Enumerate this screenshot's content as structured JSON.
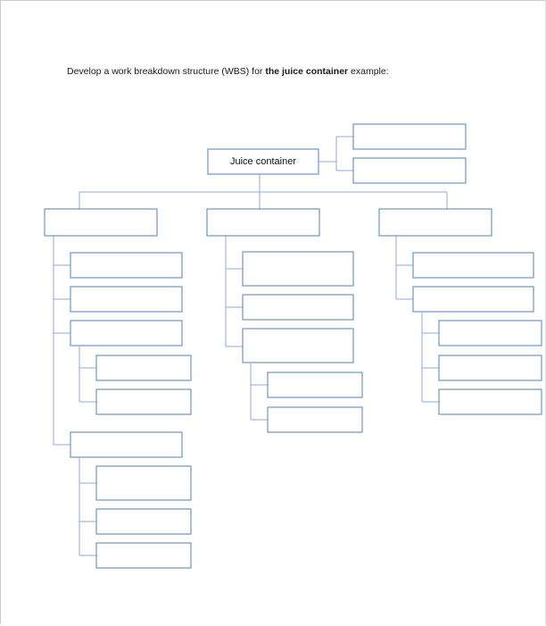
{
  "document": {
    "instruction": {
      "prefix": "Develop a work breakdown structure (WBS) for ",
      "emphasis": "the juice container",
      "suffix": " example:"
    }
  },
  "wbs": {
    "root_label": "Juice container"
  }
}
